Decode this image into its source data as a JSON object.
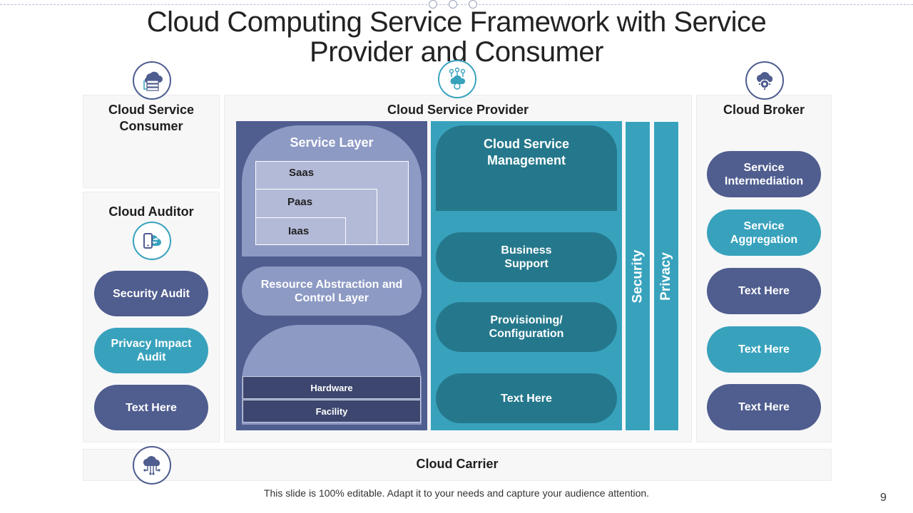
{
  "title": "Cloud Computing Service Framework with Service Provider and Consumer",
  "consumer": {
    "title": "Cloud Service Consumer"
  },
  "auditor": {
    "title": "Cloud Auditor",
    "items": [
      "Security Audit",
      "Privacy Impact Audit",
      "Text Here"
    ]
  },
  "provider": {
    "title": "Cloud Service Provider",
    "service_layer": {
      "title": "Service Layer",
      "items": [
        "Saas",
        "Paas",
        "Iaas"
      ]
    },
    "resource_layer": "Resource Abstraction and Control Layer",
    "physical": [
      "Hardware",
      "Facility"
    ],
    "management": {
      "title": "Cloud Service Management",
      "items": [
        "Business Support",
        "Provisioning/ Configuration",
        "Text Here"
      ]
    },
    "security": "Security",
    "privacy": "Privacy"
  },
  "broker": {
    "title": "Cloud Broker",
    "items": [
      "Service Intermediation",
      "Service Aggregation",
      "Text Here",
      "Text Here",
      "Text Here"
    ]
  },
  "carrier": {
    "title": "Cloud Carrier"
  },
  "footer": "This slide is 100% editable. Adapt it to your needs and capture your audience attention.",
  "page_number": "9",
  "colors": {
    "navy": "#4f5d8f",
    "teal": "#38a2bd",
    "dark_teal": "#25788c",
    "lavender": "#8d9ac4"
  },
  "icons": {
    "consumer": "cloud-server-icon",
    "provider": "cloud-network-icon",
    "broker": "cloud-gear-icon",
    "auditor": "mobile-sync-icon",
    "carrier": "cloud-circuit-icon"
  }
}
